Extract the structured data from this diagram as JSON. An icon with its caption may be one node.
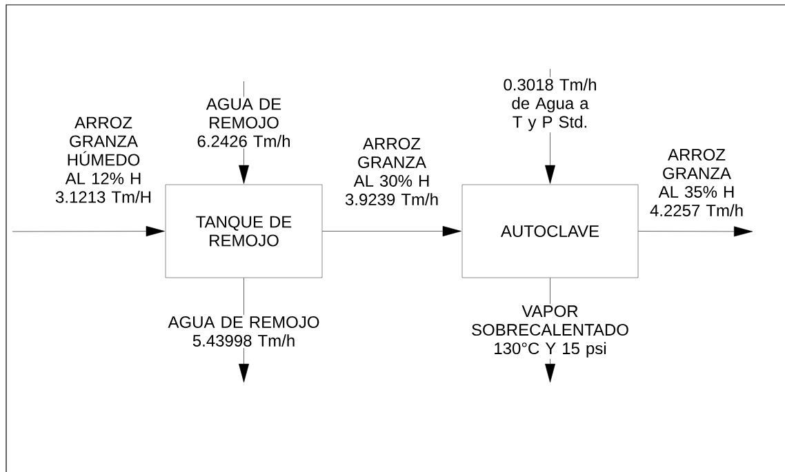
{
  "diagram": {
    "nodes": [
      {
        "text": [
          "TANQUE DE REMOJO"
        ]
      },
      {
        "text": [
          "AUTOCLAVE"
        ]
      }
    ],
    "edges": [
      {
        "from": null,
        "to": 0,
        "arrow": "to",
        "label": "ARROZ GRANZA HÚMEDO AL 12% H 3.1213 Tm/H"
      },
      {
        "from": null,
        "to": 0,
        "arrow": "to",
        "label": "AGUA DE REMOJO 6.2426 Tm/h"
      },
      {
        "from": 0,
        "to": 1,
        "arrow": "to",
        "label": "ARROZ GRANZA AL 30% H 3.9239 Tm/h"
      },
      {
        "from": 0,
        "to": null,
        "arrow": "to",
        "label": "AGUA DE REMOJO 5.43998 Tm/h"
      },
      {
        "from": null,
        "to": 1,
        "arrow": "to",
        "label": "0.3018 Tm/h de Agua a T y P Std."
      },
      {
        "from": 1,
        "to": null,
        "arrow": "to",
        "label": "ARROZ GRANZA AL 35% H 4.2257 Tm/h"
      },
      {
        "from": 1,
        "to": null,
        "arrow": "to",
        "label": "VAPOR SOBRECALENTADO 130°C Y 15 psi"
      }
    ]
  }
}
